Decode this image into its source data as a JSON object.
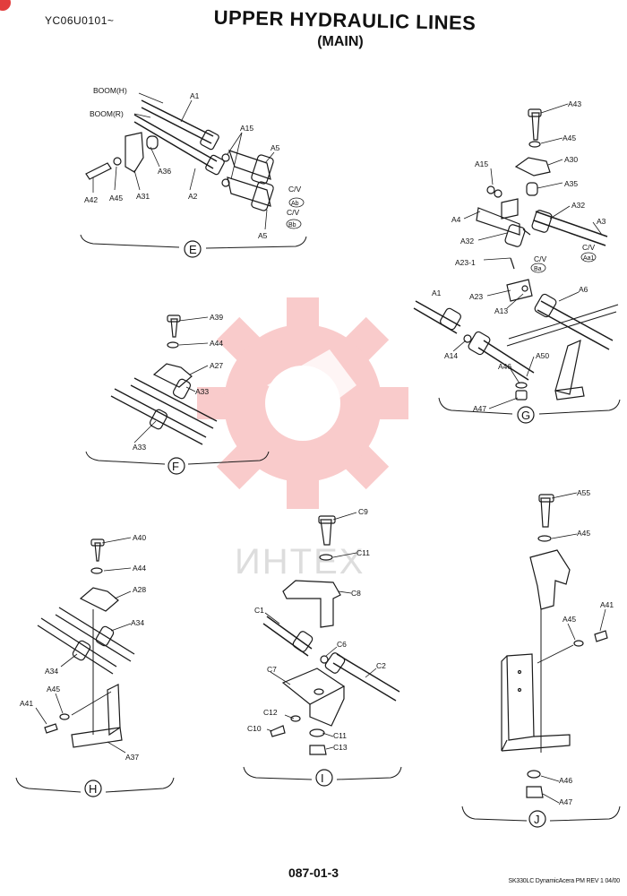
{
  "header": {
    "code": "YC06U0101~",
    "title": "UPPER HYDRAULIC LINES",
    "subtitle": "(MAIN)"
  },
  "corner_badge": "",
  "watermark": {
    "text": "ИНТЕХ",
    "color": "#f6b9b9"
  },
  "footer": {
    "page_number": "087-01-3",
    "note": "SK330LC DynamicAcera PM REV 1 04/00"
  },
  "sections": {
    "E": {
      "id": "E",
      "labels": [
        "BOOM(H)",
        "BOOM(R)",
        "A1",
        "A15",
        "A5",
        "A36",
        "A42",
        "A45",
        "A31",
        "A2",
        "C/V",
        "C/V",
        "A5"
      ],
      "callouts": [
        "Ab",
        "Bb"
      ]
    },
    "G": {
      "id": "G",
      "labels": [
        "A43",
        "A45",
        "A30",
        "A15",
        "A35",
        "A32",
        "A3",
        "A4",
        "A32",
        "C/V",
        "C/V",
        "A23-1",
        "A23",
        "A13",
        "A1",
        "A6",
        "A14",
        "A46",
        "A50",
        "A47"
      ],
      "callouts": [
        "Aa1",
        "Ba"
      ]
    },
    "F": {
      "id": "F",
      "labels": [
        "A39",
        "A44",
        "A27",
        "A33",
        "A33"
      ]
    },
    "H": {
      "id": "H",
      "labels": [
        "A40",
        "A44",
        "A28",
        "A34",
        "A34",
        "A45",
        "A41",
        "A37"
      ]
    },
    "I": {
      "id": "I",
      "labels": [
        "C9",
        "C11",
        "C8",
        "C1",
        "C6",
        "C7",
        "C2",
        "C12",
        "C10",
        "C11",
        "C13"
      ]
    },
    "J": {
      "id": "J",
      "labels": [
        "A55",
        "A45",
        "A41",
        "A45",
        "A46",
        "A47"
      ]
    }
  }
}
